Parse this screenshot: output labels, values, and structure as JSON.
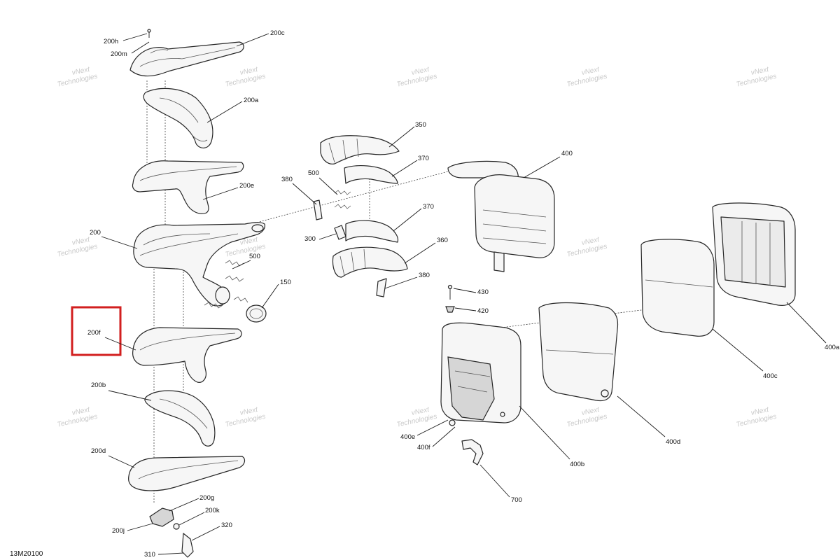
{
  "document": {
    "code": "13M20100"
  },
  "watermark": {
    "line1": "vNext",
    "line2": "Technologies"
  },
  "colors": {
    "highlight": "#d21f1f",
    "line": "#262626"
  },
  "callouts": [
    {
      "id": "200h",
      "label": "200h"
    },
    {
      "id": "200m",
      "label": "200m"
    },
    {
      "id": "200c",
      "label": "200c"
    },
    {
      "id": "200a",
      "label": "200a"
    },
    {
      "id": "200e",
      "label": "200e"
    },
    {
      "id": "200",
      "label": "200"
    },
    {
      "id": "500a",
      "label": "500"
    },
    {
      "id": "150",
      "label": "150"
    },
    {
      "id": "200f",
      "label": "200f"
    },
    {
      "id": "200b",
      "label": "200b"
    },
    {
      "id": "200d",
      "label": "200d"
    },
    {
      "id": "200g",
      "label": "200g"
    },
    {
      "id": "200k",
      "label": "200k"
    },
    {
      "id": "200j",
      "label": "200j"
    },
    {
      "id": "320",
      "label": "320"
    },
    {
      "id": "310",
      "label": "310"
    },
    {
      "id": "350",
      "label": "350"
    },
    {
      "id": "370a",
      "label": "370"
    },
    {
      "id": "380a",
      "label": "380"
    },
    {
      "id": "500b",
      "label": "500"
    },
    {
      "id": "370b",
      "label": "370"
    },
    {
      "id": "300",
      "label": "300"
    },
    {
      "id": "360",
      "label": "360"
    },
    {
      "id": "380b",
      "label": "380"
    },
    {
      "id": "400",
      "label": "400"
    },
    {
      "id": "430",
      "label": "430"
    },
    {
      "id": "420",
      "label": "420"
    },
    {
      "id": "400e",
      "label": "400e"
    },
    {
      "id": "400f",
      "label": "400f"
    },
    {
      "id": "700",
      "label": "700"
    },
    {
      "id": "400b",
      "label": "400b"
    },
    {
      "id": "400d",
      "label": "400d"
    },
    {
      "id": "400c",
      "label": "400c"
    },
    {
      "id": "400a",
      "label": "400a"
    }
  ]
}
